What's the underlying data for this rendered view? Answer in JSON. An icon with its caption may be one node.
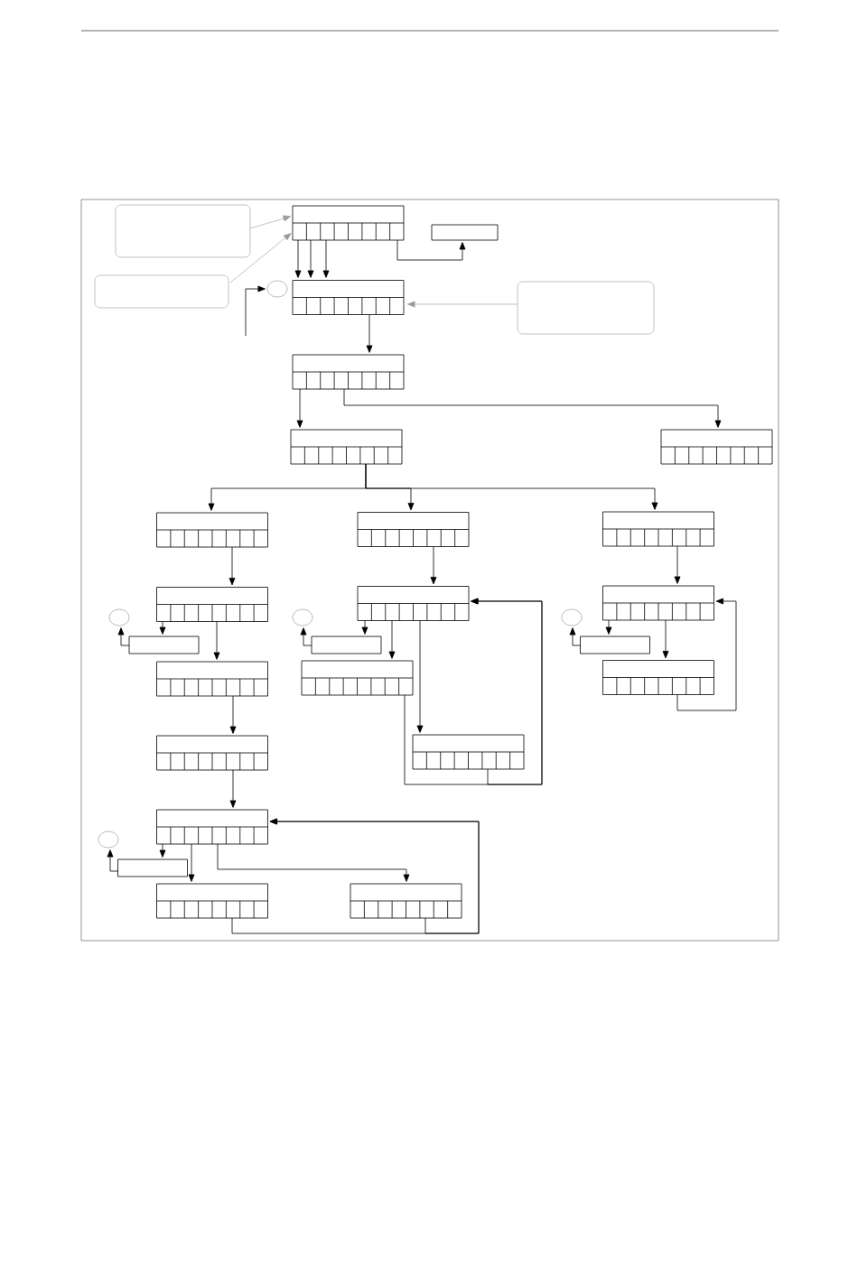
{
  "diagram": {
    "nodes": [
      {
        "text": [],
        "shape": "callout"
      },
      {
        "text": [],
        "shape": "register"
      },
      {
        "text": [],
        "shape": "box"
      },
      {
        "text": [],
        "shape": "callout"
      },
      {
        "text": [],
        "shape": "circle"
      },
      {
        "text": [],
        "shape": "register"
      },
      {
        "text": [],
        "shape": "callout"
      },
      {
        "text": [],
        "shape": "register"
      },
      {
        "text": [],
        "shape": "register"
      },
      {
        "text": [],
        "shape": "register"
      },
      {
        "text": [],
        "shape": "register"
      },
      {
        "text": [],
        "shape": "register"
      },
      {
        "text": [],
        "shape": "register"
      },
      {
        "text": [],
        "shape": "circle"
      },
      {
        "text": [],
        "shape": "register"
      },
      {
        "text": [],
        "shape": "circle"
      },
      {
        "text": [],
        "shape": "register"
      },
      {
        "text": [],
        "shape": "circle"
      },
      {
        "text": [],
        "shape": "register"
      },
      {
        "text": [],
        "shape": "box"
      },
      {
        "text": [],
        "shape": "box"
      },
      {
        "text": [],
        "shape": "box"
      },
      {
        "text": [],
        "shape": "register"
      },
      {
        "text": [],
        "shape": "register"
      },
      {
        "text": [],
        "shape": "register"
      },
      {
        "text": [],
        "shape": "register"
      },
      {
        "text": [],
        "shape": "register"
      },
      {
        "text": [],
        "shape": "circle"
      },
      {
        "text": [],
        "shape": "register"
      },
      {
        "text": [],
        "shape": "box"
      },
      {
        "text": [],
        "shape": "register"
      },
      {
        "text": [],
        "shape": "register"
      }
    ],
    "edges": [
      {
        "from": 0,
        "to": 1,
        "arrow": "to",
        "color": "#999999"
      },
      {
        "from": 3,
        "to": 1,
        "arrow": "to",
        "color": "#999999"
      },
      {
        "from": 1,
        "to": 5,
        "arrow": "to"
      },
      {
        "from": 1,
        "to": 5,
        "arrow": "to"
      },
      {
        "from": 1,
        "to": 5,
        "arrow": "to"
      },
      {
        "from": 1,
        "to": 2,
        "arrow": "to"
      },
      {
        "from": null,
        "to": 4,
        "arrow": "to"
      },
      {
        "from": 6,
        "to": 5,
        "arrow": "to",
        "color": "#999999"
      },
      {
        "from": 5,
        "to": 7,
        "arrow": "to"
      },
      {
        "from": 7,
        "to": 8,
        "arrow": "to"
      },
      {
        "from": 7,
        "to": 9,
        "arrow": "to"
      },
      {
        "from": 8,
        "to": 10,
        "arrow": "to"
      },
      {
        "from": 8,
        "to": 11,
        "arrow": "to"
      },
      {
        "from": 8,
        "to": 12,
        "arrow": "to"
      },
      {
        "from": 10,
        "to": 14,
        "arrow": "to"
      },
      {
        "from": 11,
        "to": 16,
        "arrow": "to"
      },
      {
        "from": 12,
        "to": 18,
        "arrow": "to"
      },
      {
        "from": 14,
        "to": 19,
        "arrow": "to"
      },
      {
        "from": 19,
        "to": 13,
        "arrow": "to"
      },
      {
        "from": 14,
        "to": 22,
        "arrow": "to"
      },
      {
        "from": 16,
        "to": 20,
        "arrow": "to"
      },
      {
        "from": 20,
        "to": 15,
        "arrow": "to"
      },
      {
        "from": 16,
        "to": 23,
        "arrow": "to"
      },
      {
        "from": 16,
        "to": 25,
        "arrow": "to"
      },
      {
        "from": 23,
        "to": 16,
        "arrow": "to"
      },
      {
        "from": 25,
        "to": 16,
        "arrow": "to"
      },
      {
        "from": 18,
        "to": 21,
        "arrow": "to"
      },
      {
        "from": 21,
        "to": 17,
        "arrow": "to"
      },
      {
        "from": 18,
        "to": 24,
        "arrow": "to"
      },
      {
        "from": 24,
        "to": 18,
        "arrow": "to"
      },
      {
        "from": 22,
        "to": 26,
        "arrow": "to"
      },
      {
        "from": 26,
        "to": 28,
        "arrow": "to"
      },
      {
        "from": 28,
        "to": 29,
        "arrow": "to"
      },
      {
        "from": 29,
        "to": 27,
        "arrow": "to"
      },
      {
        "from": 28,
        "to": 30,
        "arrow": "to"
      },
      {
        "from": 28,
        "to": 31,
        "arrow": "to"
      },
      {
        "from": 30,
        "to": 28,
        "arrow": "to"
      },
      {
        "from": 31,
        "to": 28,
        "arrow": "to"
      }
    ]
  }
}
